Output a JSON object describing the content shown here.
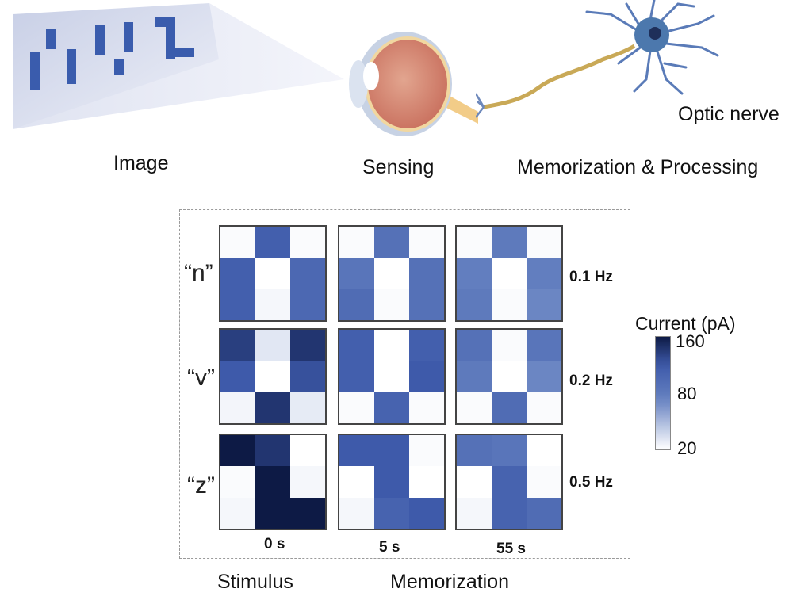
{
  "labels": {
    "image": "Image",
    "sensing": "Sensing",
    "memorization_processing": "Memorization & Processing",
    "optic_nerve": "Optic nerve",
    "stimulus": "Stimulus",
    "memorization": "Memorization"
  },
  "illustrations": {
    "image_panel": "image-panel-with-nvz-letters",
    "eye": "eye-icon",
    "neuron": "neuron-icon"
  },
  "chart_data": {
    "type": "heatmap",
    "title": "",
    "colorbar": {
      "label": "Current (pA)",
      "min": 20,
      "max": 160,
      "ticks": [
        160,
        80,
        20
      ],
      "color_low": "#ffffff",
      "color_high": "#0d1a45"
    },
    "columns": [
      "0 s",
      "5 s",
      "55 s"
    ],
    "column_groups": [
      {
        "name": "Stimulus",
        "columns": [
          "0 s"
        ]
      },
      {
        "name": "Memorization",
        "columns": [
          "5 s",
          "55 s"
        ]
      }
    ],
    "rows": [
      {
        "letter": "“n”",
        "frequency": "0.1 Hz",
        "grids": [
          [
            [
              22,
              120,
              22
            ],
            [
              120,
              20,
              110
            ],
            [
              120,
              24,
              110
            ]
          ],
          [
            [
              22,
              100,
              22
            ],
            [
              95,
              20,
              100
            ],
            [
              105,
              22,
              100
            ]
          ],
          [
            [
              22,
              90,
              22
            ],
            [
              85,
              20,
              85
            ],
            [
              90,
              22,
              80
            ]
          ]
        ]
      },
      {
        "letter": "“v”",
        "frequency": "0.2 Hz",
        "grids": [
          [
            [
              140,
              32,
              145
            ],
            [
              125,
              20,
              130
            ],
            [
              25,
              145,
              30
            ]
          ],
          [
            [
              120,
              20,
              120
            ],
            [
              120,
              20,
              125
            ],
            [
              22,
              115,
              22
            ]
          ],
          [
            [
              100,
              22,
              95
            ],
            [
              90,
              20,
              80
            ],
            [
              22,
              105,
              22
            ]
          ]
        ]
      },
      {
        "letter": "“z”",
        "frequency": "0.5 Hz",
        "grids": [
          [
            [
              160,
              145,
              20
            ],
            [
              22,
              160,
              24
            ],
            [
              24,
              160,
              160
            ]
          ],
          [
            [
              125,
              125,
              22
            ],
            [
              20,
              125,
              20
            ],
            [
              24,
              115,
              125
            ]
          ],
          [
            [
              100,
              95,
              20
            ],
            [
              20,
              115,
              22
            ],
            [
              24,
              115,
              105
            ]
          ]
        ]
      }
    ]
  }
}
